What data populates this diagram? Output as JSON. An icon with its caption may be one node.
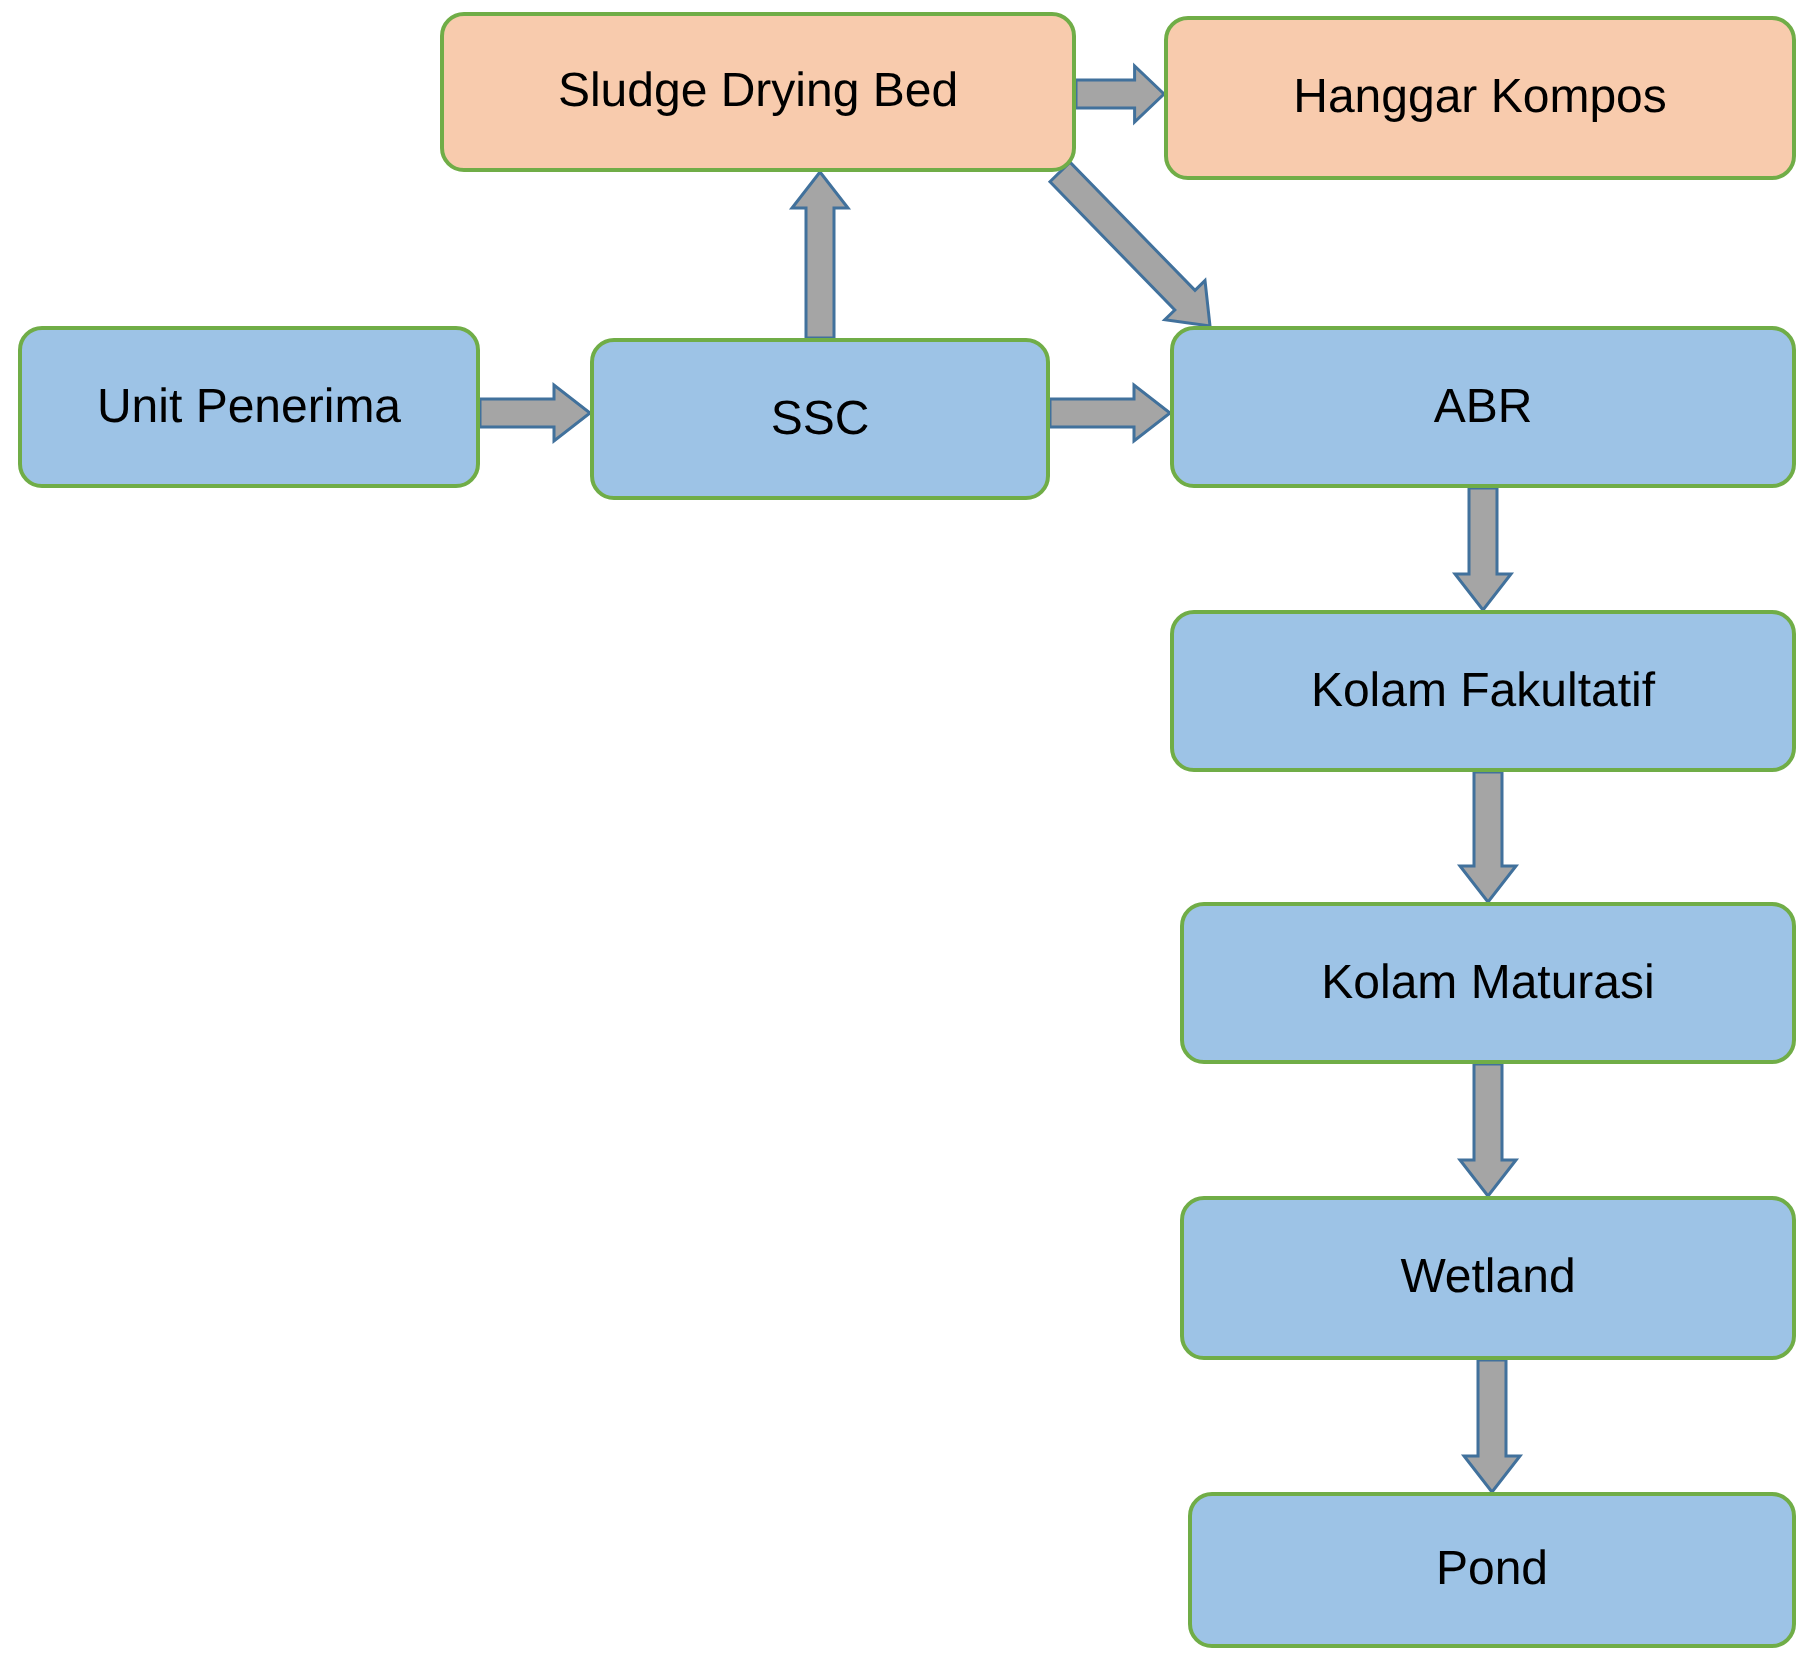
{
  "diagram": {
    "nodes": [
      {
        "text": [
          "Sludge Drying Bed"
        ]
      },
      {
        "text": [
          "Hanggar Kompos"
        ]
      },
      {
        "text": [
          "Unit Penerima"
        ]
      },
      {
        "text": [
          "SSC"
        ]
      },
      {
        "text": [
          "ABR"
        ]
      },
      {
        "text": [
          "Kolam Fakultatif"
        ]
      },
      {
        "text": [
          "Kolam Maturasi"
        ]
      },
      {
        "text": [
          "Wetland"
        ]
      },
      {
        "text": [
          "Pond"
        ]
      }
    ],
    "edges": [
      {
        "from": 2,
        "to": 3,
        "arrow": "to"
      },
      {
        "from": 3,
        "to": 0,
        "arrow": "to"
      },
      {
        "from": 3,
        "to": 4,
        "arrow": "to"
      },
      {
        "from": 0,
        "to": 1,
        "arrow": "to"
      },
      {
        "from": 0,
        "to": 4,
        "arrow": "to"
      },
      {
        "from": 4,
        "to": 5,
        "arrow": "to"
      },
      {
        "from": 5,
        "to": 6,
        "arrow": "to"
      },
      {
        "from": 6,
        "to": 7,
        "arrow": "to"
      },
      {
        "from": 7,
        "to": 8,
        "arrow": "to"
      }
    ]
  }
}
